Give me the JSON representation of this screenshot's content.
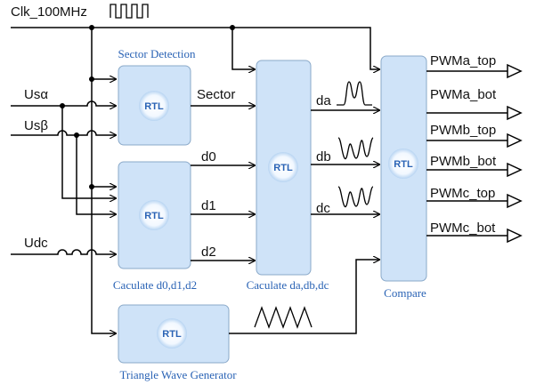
{
  "inputs": {
    "clock": "Clk_100MHz",
    "us_alpha": "Usα",
    "us_beta": "Usβ",
    "udc": "Udc"
  },
  "blocks": {
    "sector_detection": {
      "caption": "Sector Detection",
      "chip": "RTL"
    },
    "calc_d": {
      "caption": "Caculate d0,d1,d2",
      "chip": "RTL"
    },
    "triangle": {
      "caption": "Triangle Wave Generator",
      "chip": "RTL"
    },
    "calc_da": {
      "caption": "Caculate da,db,dc",
      "chip": "RTL"
    },
    "compare": {
      "caption": "Compare",
      "chip": "RTL"
    }
  },
  "signals": {
    "sector": "Sector",
    "d0": "d0",
    "d1": "d1",
    "d2": "d2",
    "da": "da",
    "db": "db",
    "dc": "dc"
  },
  "outputs": [
    "PWMa_top",
    "PWMa_bot",
    "PWMb_top",
    "PWMb_bot",
    "PWMc_top",
    "PWMc_bot"
  ],
  "colors": {
    "block_fill": "#cfe3f8",
    "accent": "#2a63b5"
  }
}
